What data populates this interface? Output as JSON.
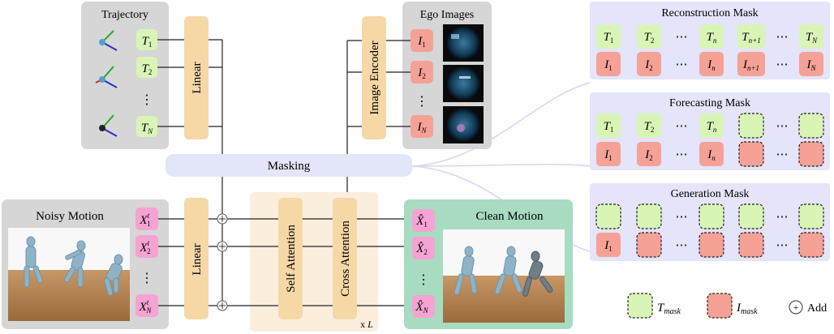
{
  "colors": {
    "gray_panel": "#d6d6d6",
    "green_token": "#d9f5b5",
    "red_token": "#f5a196",
    "pink_token": "#f5a3d2",
    "linear_block": "#f6d7a6",
    "attention_bg": "#fbeedd",
    "masking_bar": "#e3e6f8",
    "mask_panel": "#e4e4fa",
    "clean_panel": "#a8dcc0",
    "floor": "#b08050",
    "figure": "#8fb3c6"
  },
  "trajectory": {
    "title": "Trajectory",
    "tokens": [
      "T",
      "T",
      "⋮",
      "T"
    ],
    "subs": [
      "1",
      "2",
      "",
      "N"
    ]
  },
  "ego": {
    "title": "Ego Images",
    "tokens": [
      "I",
      "I",
      "⋮",
      "I"
    ],
    "subs": [
      "1",
      "2",
      "",
      "N"
    ]
  },
  "noisy": {
    "title": "Noisy Motion",
    "tokens": [
      "X",
      "X",
      "⋮",
      "X"
    ],
    "subs": [
      "1",
      "2",
      "",
      "N"
    ],
    "sup": "t"
  },
  "clean": {
    "title": "Clean Motion",
    "tokens": [
      "X̂",
      "X̂",
      "⋮",
      "X̂"
    ],
    "subs": [
      "1",
      "2",
      "",
      "N"
    ]
  },
  "blocks": {
    "linear_top": "Linear",
    "linear_bottom": "Linear",
    "image_encoder": "Image Encoder",
    "self_attention": "Self Attention",
    "cross_attention": "Cross Attention",
    "masking": "Masking",
    "repeat": "x",
    "repeat_var": "L"
  },
  "masks": {
    "reconstruction": {
      "title": "Reconstruction Mask",
      "row1": [
        "T",
        "T",
        "⋯",
        "T",
        "T",
        "⋯",
        "T"
      ],
      "row1_sub": [
        "1",
        "2",
        "",
        "n",
        "n+1",
        "",
        "N"
      ],
      "row2": [
        "I",
        "I",
        "⋯",
        "I",
        "I",
        "⋯",
        "I"
      ],
      "row2_sub": [
        "1",
        "2",
        "",
        "n",
        "n+1",
        "",
        "N"
      ]
    },
    "forecasting": {
      "title": "Forecasting Mask",
      "row1": [
        "T",
        "T",
        "⋯",
        "T",
        "",
        "⋯",
        ""
      ],
      "row1_sub": [
        "1",
        "2",
        "",
        "n",
        "",
        "",
        ""
      ],
      "row2": [
        "I",
        "I",
        "⋯",
        "I",
        "",
        "⋯",
        ""
      ],
      "row2_sub": [
        "1",
        "2",
        "",
        "n",
        "",
        "",
        ""
      ]
    },
    "generation": {
      "title": "Generation Mask",
      "row1": [
        "",
        "",
        "⋯",
        "",
        "",
        "⋯",
        ""
      ],
      "row1_sub": [
        "",
        "",
        "",
        "",
        "",
        "",
        ""
      ],
      "row2": [
        "I",
        "",
        "⋯",
        "",
        "",
        "⋯",
        ""
      ],
      "row2_sub": [
        "1",
        "",
        "",
        "",
        "",
        "",
        ""
      ]
    }
  },
  "legend": {
    "t_mask": "T",
    "t_mask_sub": "mask",
    "i_mask": "I",
    "i_mask_sub": "mask",
    "add_symbol": "+",
    "add_label": "Add"
  }
}
